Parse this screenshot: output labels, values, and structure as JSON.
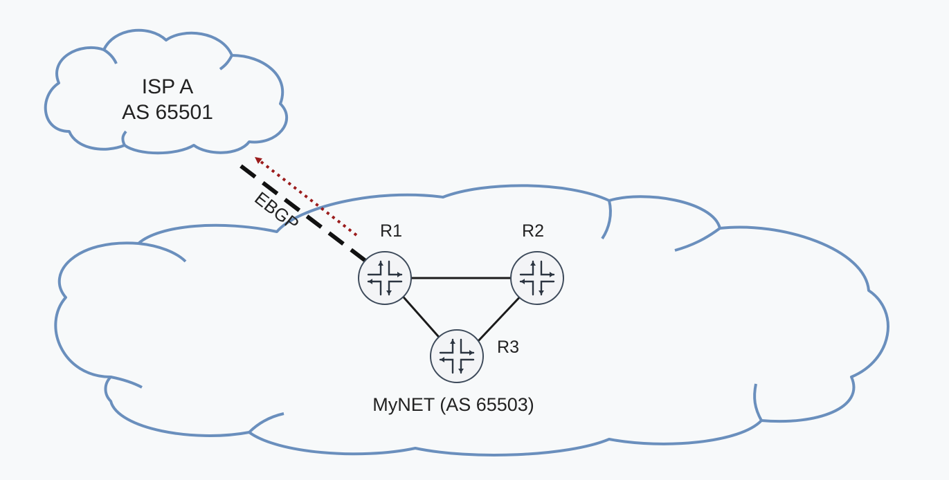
{
  "isp_cloud": {
    "line1": "ISP A",
    "line2": "AS 65501"
  },
  "mynet_cloud": {
    "label": "MyNET (AS 65503)"
  },
  "routers": {
    "r1": "R1",
    "r2": "R2",
    "r3": "R3"
  },
  "ebgp_session": {
    "label": "EBGP"
  },
  "colors": {
    "cloud_outline": "#6a8fbd",
    "ebgp_arrow": "#9b1c1c",
    "ebgp_line": "#111111",
    "router_link": "#1b1b1b"
  },
  "icons": {
    "router": "router-icon"
  }
}
